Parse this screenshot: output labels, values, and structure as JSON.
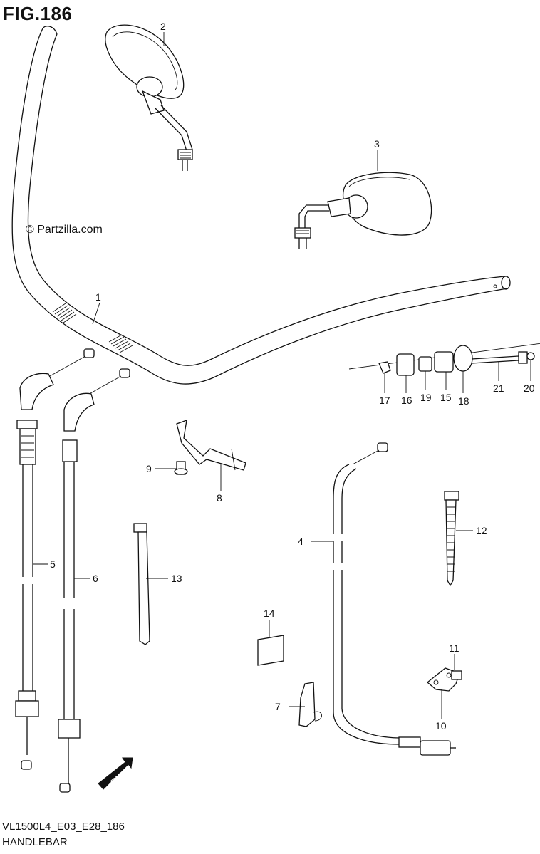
{
  "figure": {
    "title": "FIG.186",
    "watermark": "© Partzilla.com",
    "model_code": "VL1500L4_E03_E28_186",
    "section_name": "HANDLEBAR"
  },
  "callouts": [
    "1",
    "2",
    "3",
    "4",
    "5",
    "6",
    "7",
    "8",
    "9",
    "10",
    "11",
    "12",
    "13",
    "14",
    "15",
    "16",
    "17",
    "18",
    "19",
    "20",
    "21"
  ],
  "direction_arrow": {
    "label": "FWD"
  }
}
